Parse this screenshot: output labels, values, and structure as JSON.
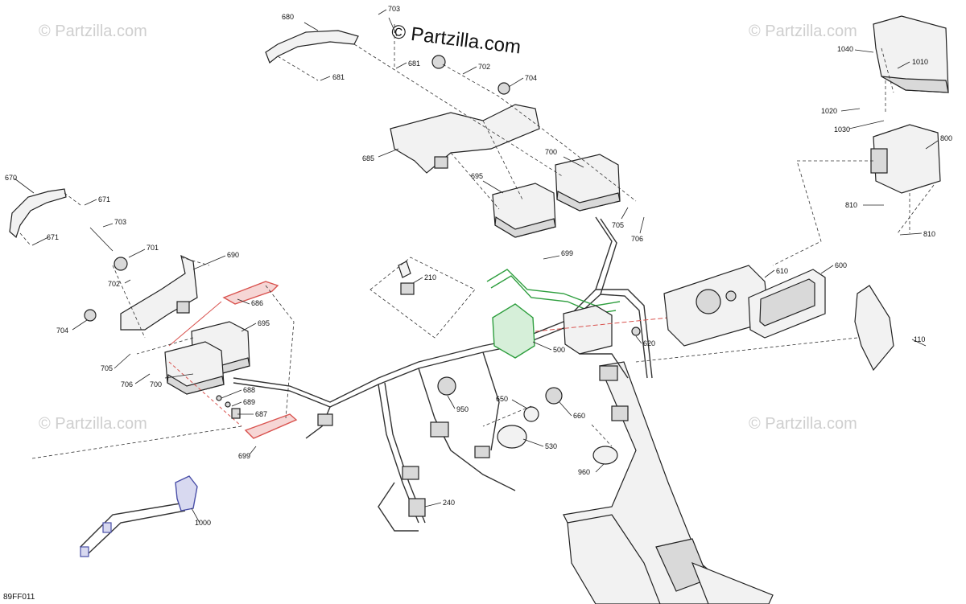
{
  "watermark": {
    "text": "© Partzilla.com",
    "brand_text": "© Partzilla.com"
  },
  "drawing_code": "89FF011",
  "colors": {
    "red_part": "#d9534f",
    "green_part": "#2e9e3e",
    "blue_part": "#4a4fa8",
    "line": "#222222"
  },
  "callouts": {
    "c680": "680",
    "c703a": "703",
    "c681a": "681",
    "c681b": "681",
    "c702a": "702",
    "c704a": "704",
    "c685": "685",
    "c700a": "700",
    "c695a": "695",
    "c699a": "699",
    "c705a": "705",
    "c706a": "706",
    "c1040": "1040",
    "c1010": "1010",
    "c1020": "1020",
    "c1030": "1030",
    "c800": "800",
    "c810a": "810",
    "c810b": "810",
    "c670": "670",
    "c671a": "671",
    "c671b": "671",
    "c703b": "703",
    "c701": "701",
    "c690": "690",
    "c702b": "702",
    "c686": "686",
    "c704b": "704",
    "c695b": "695",
    "c705b": "705",
    "c706b": "706",
    "c700b": "700",
    "c688": "688",
    "c689": "689",
    "c687": "687",
    "c699b": "699",
    "c210": "210",
    "c500": "500",
    "c610": "610",
    "c600": "600",
    "c620": "620",
    "c110": "110",
    "c950": "950",
    "c650": "650",
    "c660": "660",
    "c530": "530",
    "c960": "960",
    "c240": "240",
    "c1000": "1000"
  }
}
